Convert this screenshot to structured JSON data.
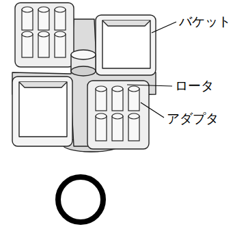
{
  "diagram": {
    "labels": [
      "バケット",
      "ロータ",
      "アダプタ"
    ]
  }
}
